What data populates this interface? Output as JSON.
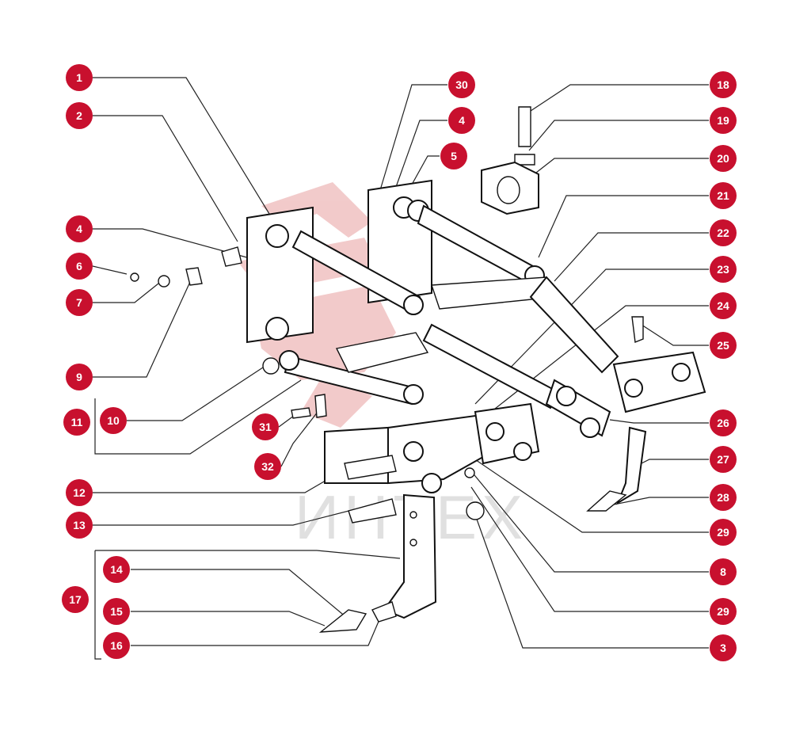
{
  "watermark": {
    "text": "ИНТЕХ",
    "logo": "watermark-logo",
    "color": "#e8a0a0"
  },
  "accent_color": "#c8102e",
  "callouts": [
    {
      "id": "c-1",
      "label": "1"
    },
    {
      "id": "c-2",
      "label": "2"
    },
    {
      "id": "c-4a",
      "label": "4"
    },
    {
      "id": "c-6",
      "label": "6"
    },
    {
      "id": "c-7",
      "label": "7"
    },
    {
      "id": "c-9",
      "label": "9"
    },
    {
      "id": "c-11",
      "label": "11"
    },
    {
      "id": "c-10",
      "label": "10"
    },
    {
      "id": "c-31",
      "label": "31"
    },
    {
      "id": "c-32",
      "label": "32"
    },
    {
      "id": "c-12",
      "label": "12"
    },
    {
      "id": "c-13",
      "label": "13"
    },
    {
      "id": "c-17",
      "label": "17"
    },
    {
      "id": "c-14",
      "label": "14"
    },
    {
      "id": "c-15",
      "label": "15"
    },
    {
      "id": "c-16",
      "label": "16"
    },
    {
      "id": "c-30",
      "label": "30"
    },
    {
      "id": "c-4b",
      "label": "4"
    },
    {
      "id": "c-5",
      "label": "5"
    },
    {
      "id": "c-18",
      "label": "18"
    },
    {
      "id": "c-19",
      "label": "19"
    },
    {
      "id": "c-20",
      "label": "20"
    },
    {
      "id": "c-21",
      "label": "21"
    },
    {
      "id": "c-22",
      "label": "22"
    },
    {
      "id": "c-23",
      "label": "23"
    },
    {
      "id": "c-24",
      "label": "24"
    },
    {
      "id": "c-25",
      "label": "25"
    },
    {
      "id": "c-26",
      "label": "26"
    },
    {
      "id": "c-27",
      "label": "27"
    },
    {
      "id": "c-28",
      "label": "28"
    },
    {
      "id": "c-29a",
      "label": "29"
    },
    {
      "id": "c-8",
      "label": "8"
    },
    {
      "id": "c-29b",
      "label": "29"
    },
    {
      "id": "c-3",
      "label": "3"
    }
  ]
}
